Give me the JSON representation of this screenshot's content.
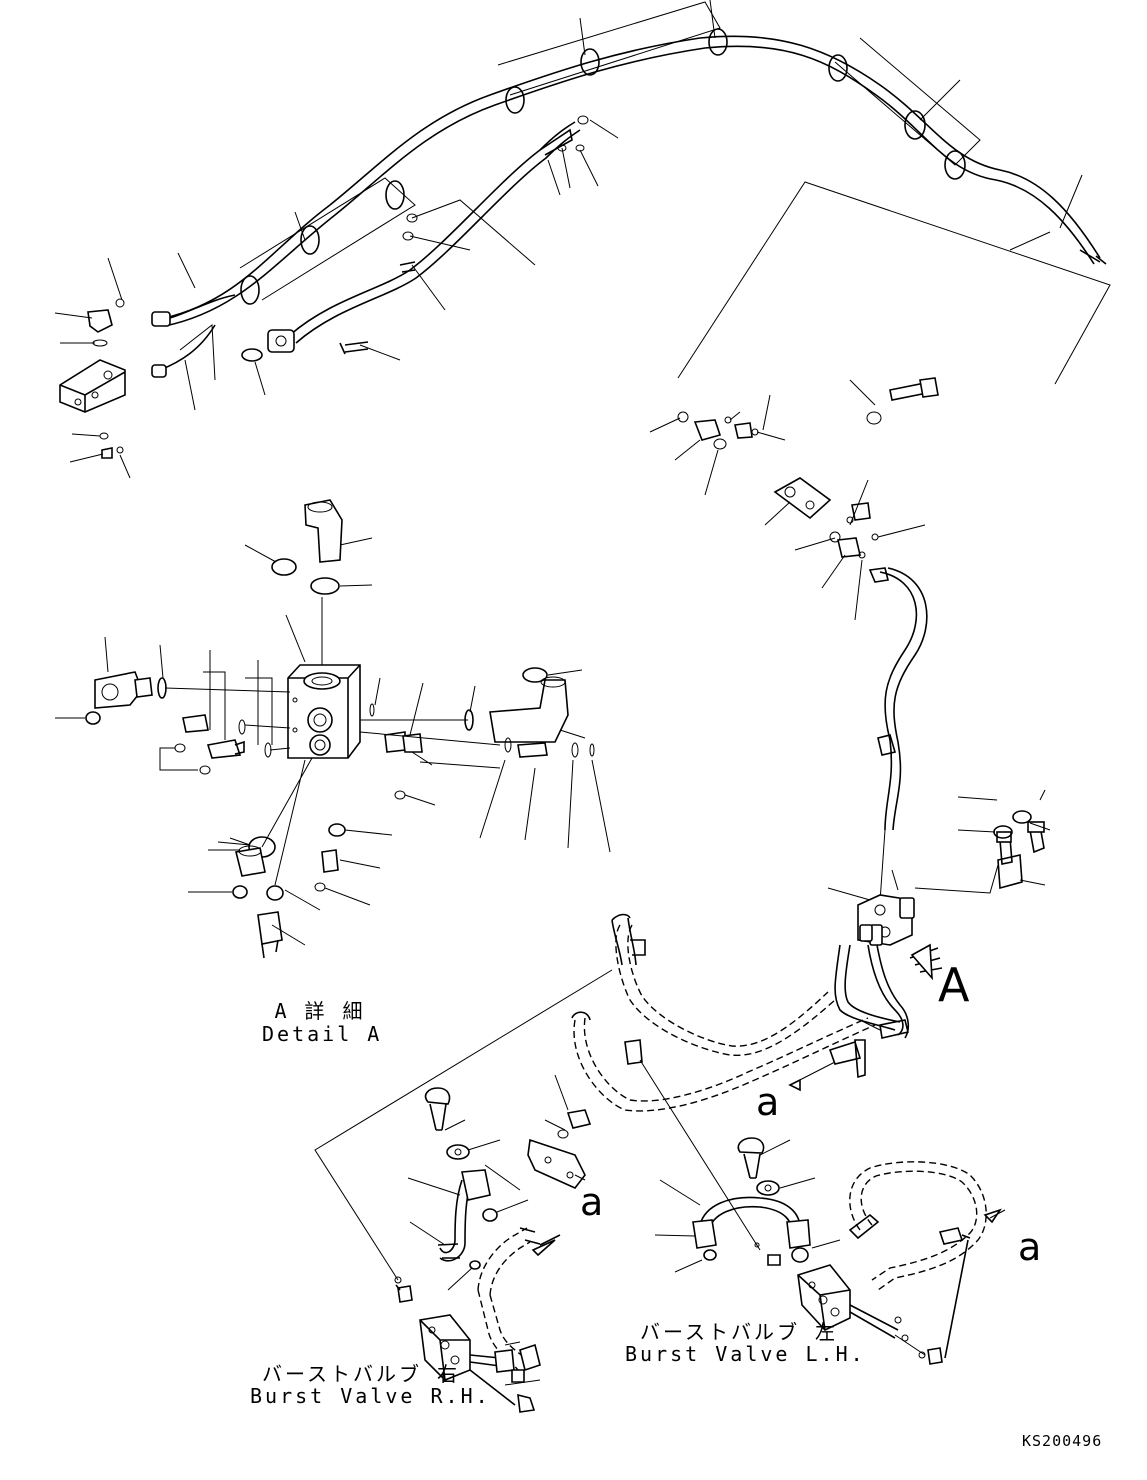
{
  "figure_code": "KS200496",
  "detail_label": {
    "jp": "A 詳 細",
    "en": "Detail A"
  },
  "burst_valve_rh": {
    "jp": "バーストバルブ 右",
    "en": "Burst Valve R.H."
  },
  "burst_valve_lh": {
    "jp": "バーストバルブ 左",
    "en": "Burst Valve L.H."
  },
  "view_marker": "A",
  "ref_marker_1": "a",
  "ref_marker_2": "a",
  "ref_marker_3": "a"
}
